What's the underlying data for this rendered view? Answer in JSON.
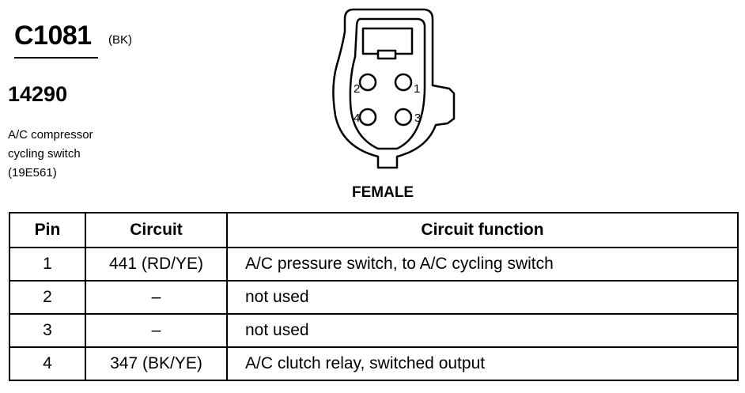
{
  "header": {
    "connector_id": "C1081",
    "connector_color": "(BK)",
    "part_number": "14290",
    "component_lines": [
      "A/C compressor",
      "cycling switch",
      "(19E561)"
    ]
  },
  "diagram": {
    "view_label": "FEMALE",
    "pin_labels": {
      "p1": "1",
      "p2": "2",
      "p3": "3",
      "p4": "4"
    }
  },
  "table": {
    "headers": {
      "pin": "Pin",
      "circuit": "Circuit",
      "function": "Circuit function"
    },
    "rows": [
      {
        "pin": "1",
        "circuit": "441 (RD/YE)",
        "function": "A/C pressure switch, to A/C cycling switch"
      },
      {
        "pin": "2",
        "circuit": "–",
        "function": "not used"
      },
      {
        "pin": "3",
        "circuit": "–",
        "function": "not used"
      },
      {
        "pin": "4",
        "circuit": "347 (BK/YE)",
        "function": "A/C clutch relay, switched output"
      }
    ]
  }
}
